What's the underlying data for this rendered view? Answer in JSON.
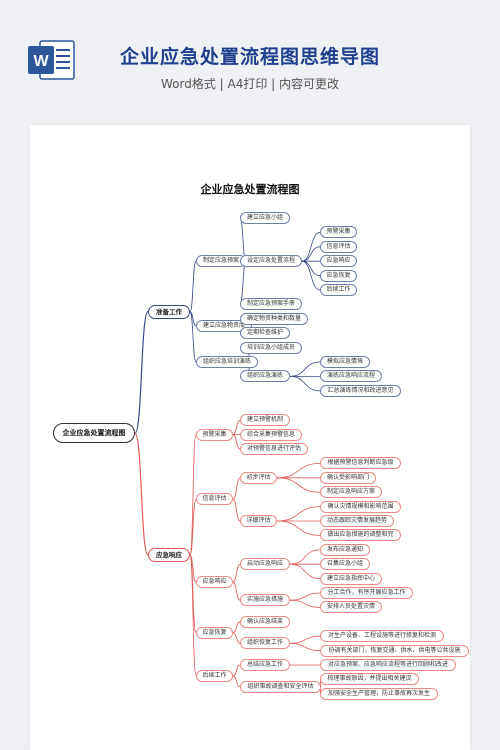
{
  "header": {
    "title": "企业应急处置流程图思维导图",
    "subtitle": "Word格式 | A4打印 | 内容可更改",
    "icon": "word-doc-icon",
    "icon_letter": "W",
    "brand_color": "#2b579a"
  },
  "diagram": {
    "title": "企业应急处置流程图",
    "colors": {
      "branch_a": "#3a4a8a",
      "branch_b": "#e05a55"
    },
    "root": {
      "label": "企业应急处置流程图",
      "children": [
        {
          "label": "准备工作",
          "children": [
            {
              "label": "制定应急预案",
              "children": [
                {
                  "label": "建立应急小组"
                },
                {
                  "label": "设定应急处置流程",
                  "children": [
                    {
                      "label": "预警采集"
                    },
                    {
                      "label": "信息评估"
                    },
                    {
                      "label": "应急响应"
                    },
                    {
                      "label": "应急恢复"
                    },
                    {
                      "label": "后续工作"
                    }
                  ]
                },
                {
                  "label": "制定应急预案手册"
                }
              ]
            },
            {
              "label": "建立应急物资库",
              "children": [
                {
                  "label": "确定物资种类和数量"
                },
                {
                  "label": "定期检查维护"
                }
              ]
            },
            {
              "label": "组织应急培训演练",
              "children": [
                {
                  "label": "培训应急小组成员"
                },
                {
                  "label": "组织应急演练",
                  "children": [
                    {
                      "label": "模拟应急情境"
                    },
                    {
                      "label": "演练应急响应流程"
                    },
                    {
                      "label": "汇总演练情况和改进意见"
                    }
                  ]
                }
              ]
            }
          ]
        },
        {
          "label": "应急响应",
          "children": [
            {
              "label": "预警采集",
              "children": [
                {
                  "label": "建立预警机制"
                },
                {
                  "label": "综合采集预警信息"
                },
                {
                  "label": "对预警信息进行评估"
                }
              ]
            },
            {
              "label": "信息评估",
              "children": [
                {
                  "label": "初步评估",
                  "children": [
                    {
                      "label": "根据预警信息判断应急级"
                    },
                    {
                      "label": "确认受影响部门"
                    },
                    {
                      "label": "制定应急响应方案"
                    }
                  ]
                },
                {
                  "label": "详细评估",
                  "children": [
                    {
                      "label": "确认灾情规模和影响范围"
                    },
                    {
                      "label": "动态跟踪灾情发展趋势"
                    },
                    {
                      "label": "做出应急措施的调整和完"
                    }
                  ]
                }
              ]
            },
            {
              "label": "应急响应",
              "children": [
                {
                  "label": "启动应急响应",
                  "children": [
                    {
                      "label": "发布应急通知"
                    },
                    {
                      "label": "召集应急小组"
                    },
                    {
                      "label": "建立应急指挥中心"
                    }
                  ]
                },
                {
                  "label": "实施应急措施",
                  "children": [
                    {
                      "label": "分工合作，有序开展应急工作"
                    },
                    {
                      "label": "安排人员处置灾情"
                    }
                  ]
                }
              ]
            },
            {
              "label": "应急恢复",
              "children": [
                {
                  "label": "确认应急结束"
                },
                {
                  "label": "组织恢复工作",
                  "children": [
                    {
                      "label": "对生产设备、工程设施等进行修复和检测"
                    },
                    {
                      "label": "协调有关部门，恢复交通、供水、供电等公共设施"
                    }
                  ]
                }
              ]
            },
            {
              "label": "后续工作",
              "children": [
                {
                  "label": "总结应急工作",
                  "children": [
                    {
                      "label": "对应急预案、应急响应流程等进行回顾和改进"
                    }
                  ]
                },
                {
                  "label": "组织事故调查和安全评估",
                  "children": [
                    {
                      "label": "梳理事故原因，并提出相关建议"
                    },
                    {
                      "label": "加强安全生产管理，防止事故再次发生"
                    }
                  ]
                }
              ]
            }
          ]
        }
      ]
    }
  }
}
